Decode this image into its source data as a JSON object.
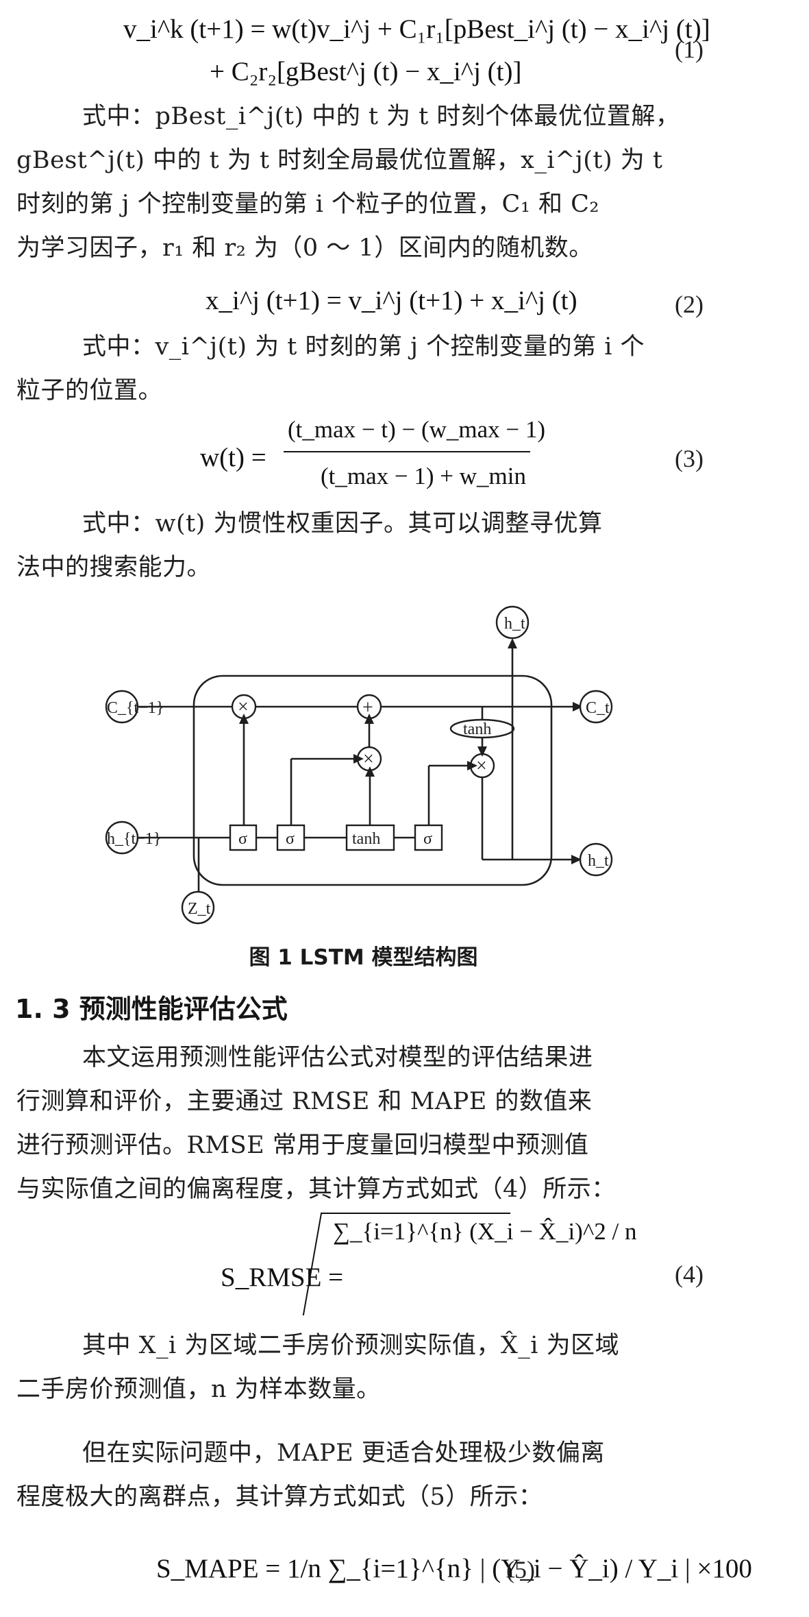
{
  "equations": {
    "eq1_line1": "v_i^k (t+1) = w(t)v_i^j + C₁r₁[pBest_i^j (t) − x_i^j (t)]",
    "eq1_line2": "+ C₂r₂[gBest^j (t) − x_i^j (t)]",
    "eq1_num": "(1)",
    "eq2": "x_i^j (t+1) = v_i^j (t+1) + x_i^j (t)",
    "eq2_num": "(2)",
    "eq3_lhs": "w(t) =",
    "eq3_num_text": "(t_max − t) − (w_max − 1)",
    "eq3_den_text": "(t_max − 1) + w_min",
    "eq3_num": "(3)",
    "eq4_lhs": "S_RMSE =",
    "eq4_expr": "∑_{i=1}^{n} (X_i − X̂_i)^2 / n",
    "eq4_num": "(4)",
    "eq5_expr": "S_MAPE = 1/n ∑_{i=1}^{n} | (Y_i − Ŷ_i) / Y_i | ×100",
    "eq5_num": "(5)"
  },
  "paragraphs": {
    "p1_line1": "式中：pBest_i^j(t) 中的 t 为 t 时刻个体最优位置解，",
    "p1_line2": "gBest^j(t) 中的 t 为 t 时刻全局最优位置解，x_i^j(t) 为 t",
    "p1_line3": "时刻的第 j 个控制变量的第 i 个粒子的位置，C₁ 和 C₂",
    "p1_line4": "为学习因子，r₁ 和 r₂ 为（0 ～ 1）区间内的随机数。",
    "p2_line1": "式中：v_i^j(t) 为 t 时刻的第 j 个控制变量的第 i 个",
    "p2_line2": "粒子的位置。",
    "p3_line1": "式中：w(t) 为惯性权重因子。其可以调整寻优算",
    "p3_line2": "法中的搜索能力。",
    "p4_line1": "本文运用预测性能评估公式对模型的评估结果进",
    "p4_line2": "行测算和评价，主要通过 RMSE 和 MAPE 的数值来",
    "p4_line3": "进行预测评估。RMSE 常用于度量回归模型中预测值",
    "p4_line4": "与实际值之间的偏离程度，其计算方式如式（4）所示：",
    "p5_line1": "其中 X_i 为区域二手房价预测实际值，X̂_i 为区域",
    "p5_line2": "二手房价预测值，n 为样本数量。",
    "p6_line1": "但在实际问题中，MAPE 更适合处理极少数偏离",
    "p6_line2": "程度极大的离群点，其计算方式如式（5）所示："
  },
  "figure": {
    "caption": "图 1   LSTM 模型结构图",
    "labels": {
      "c_prev": "C_{t−1}",
      "h_prev": "h_{t−1}",
      "z_t": "Z_t",
      "h_top": "h_t",
      "c_t": "C_t",
      "h_right": "h_t",
      "tanh_top": "tanh",
      "sigma1": "σ",
      "sigma2": "σ",
      "tanh_box": "tanh",
      "sigma3": "σ",
      "times1": "×",
      "plus1": "+",
      "times2": "×",
      "times3": "×"
    }
  },
  "section": {
    "title": "1. 3   预测性能评估公式"
  }
}
